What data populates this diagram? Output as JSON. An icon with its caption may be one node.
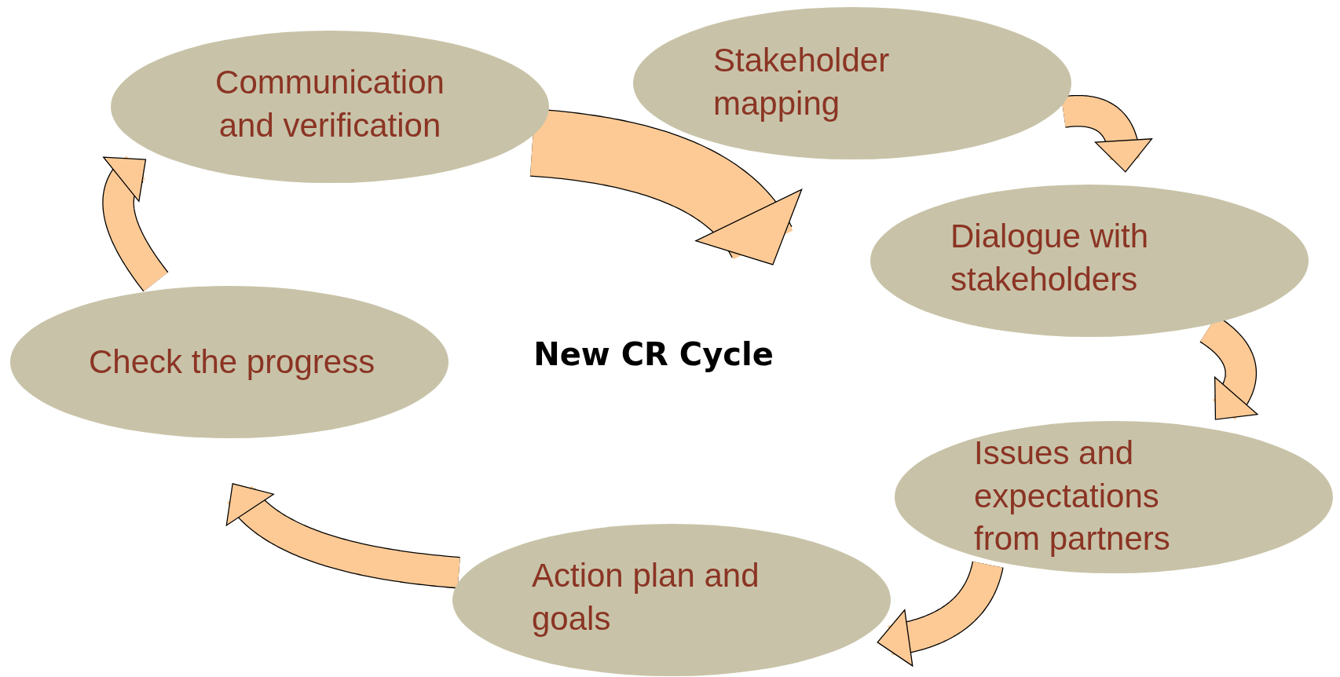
{
  "diagram": {
    "title": "New CR Cycle",
    "nodes": [
      {
        "text": [
          "Stakeholder mapping"
        ]
      },
      {
        "text": [
          "Dialogue with stakeholders"
        ]
      },
      {
        "text": [
          "Issues and expectations from partners"
        ]
      },
      {
        "text": [
          "Action plan and goals"
        ]
      },
      {
        "text": [
          "Check the progress"
        ]
      },
      {
        "text": [
          "Communication and verification"
        ]
      }
    ],
    "edges": [
      {
        "from": 0,
        "to": 1,
        "arrow": "to"
      },
      {
        "from": 1,
        "to": 2,
        "arrow": "to"
      },
      {
        "from": 2,
        "to": 3,
        "arrow": "to"
      },
      {
        "from": 3,
        "to": 4,
        "arrow": "to"
      },
      {
        "from": 4,
        "to": 5,
        "arrow": "to"
      },
      {
        "from": 5,
        "to": 0,
        "arrow": "to",
        "style": "thick"
      }
    ]
  }
}
